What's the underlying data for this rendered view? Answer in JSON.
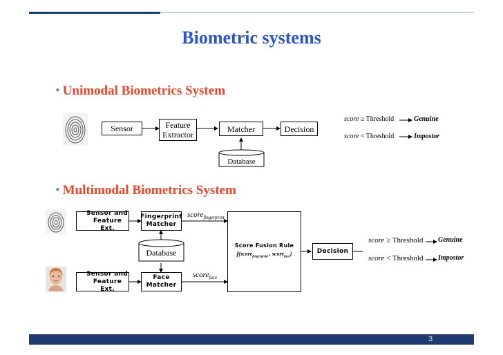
{
  "title": "Biometric systems",
  "unimodal": {
    "heading": "Unimodal Biometrics System",
    "sensor": "Sensor",
    "feature_extractor": [
      "Feature",
      "Extractor"
    ],
    "matcher": "Matcher",
    "decision": "Decision",
    "database": "Database",
    "rule_genuine": {
      "score": "score",
      "op": "≥ Threshold",
      "result": "Genuine"
    },
    "rule_impostor": {
      "score": "score",
      "op": "< Threshold",
      "result": "Impostor"
    }
  },
  "multimodal": {
    "heading": "Multimodal Biometrics System",
    "sensor_fp": [
      "Sensor and",
      "Feature Ext."
    ],
    "sensor_face": [
      "Sensor and",
      "Feature Ext."
    ],
    "fp_matcher": [
      "Fingerprint",
      "Matcher"
    ],
    "face_matcher": [
      "Face",
      "Matcher"
    ],
    "database": "Database",
    "score_fp": {
      "base": "score",
      "sub": "fingerprint"
    },
    "score_face": {
      "base": "score",
      "sub": "face"
    },
    "fusion_title": "Score Fusion Rule",
    "fusion_formula": {
      "f": "f(",
      "s1": "score",
      "sub1": "fingerprint",
      "sep": " , ",
      "s2": "score",
      "sub2": "face",
      "end": ")"
    },
    "decision": "Decision",
    "rule_genuine": {
      "score": "score",
      "op": "≥ Threshold",
      "result": "Genuine"
    },
    "rule_impostor": {
      "score": "score",
      "op": "< Threshold",
      "result": "Impostor"
    }
  },
  "page_number": "3",
  "colors": {
    "title": "#2a55c8",
    "heading": "#e8452a",
    "bar": "#1f3a6e"
  }
}
